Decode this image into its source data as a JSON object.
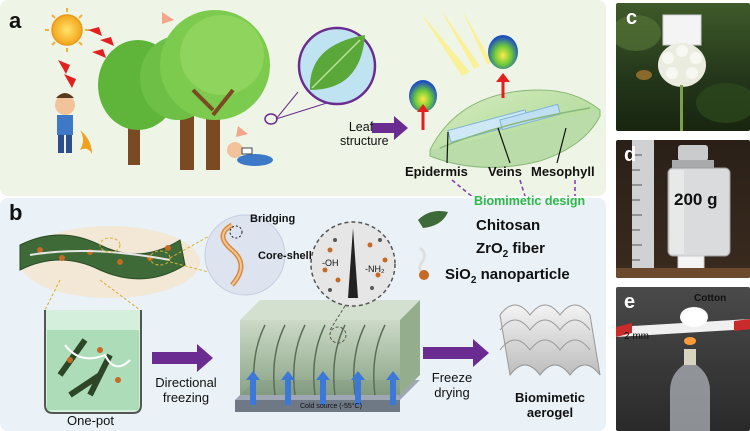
{
  "panels": {
    "a": "a",
    "b": "b",
    "c": "c",
    "d": "d",
    "e": "e"
  },
  "panel_a": {
    "leaf_structure_line1": "Leaf",
    "leaf_structure_line2": "structure",
    "epidermis": "Epidermis",
    "veins": "Veins",
    "mesophyll": "Mesophyll",
    "biomimetic_design": "Biomimetic design",
    "colors": {
      "biomimetic_design": "#2fb84a",
      "arrow": "#6a2c91",
      "dashed_link": "#8b3fb0"
    }
  },
  "panel_b": {
    "bridging": "Bridging",
    "core_shell": "Core-shell",
    "chitosan": "Chitosan",
    "zro2": "ZrO",
    "zro2_sub": "2",
    "zro2_rest": " fiber",
    "sio2": "SiO",
    "sio2_sub": "2",
    "sio2_rest": " nanoparticle",
    "oh_group": "-OH",
    "nh2_group": "-NH₂",
    "one_pot": "One-pot",
    "directional_line1": "Directional",
    "directional_line2": "freezing",
    "cold_source": "Cold source (-55°C)",
    "freeze_line1": "Freeze",
    "freeze_line2": "drying",
    "aerogel_line1": "Biomimetic",
    "aerogel_line2": "aerogel"
  },
  "panel_d": {
    "weight": "200 g"
  },
  "panel_e": {
    "cotton": "Cotton",
    "thickness": "2 mm"
  }
}
